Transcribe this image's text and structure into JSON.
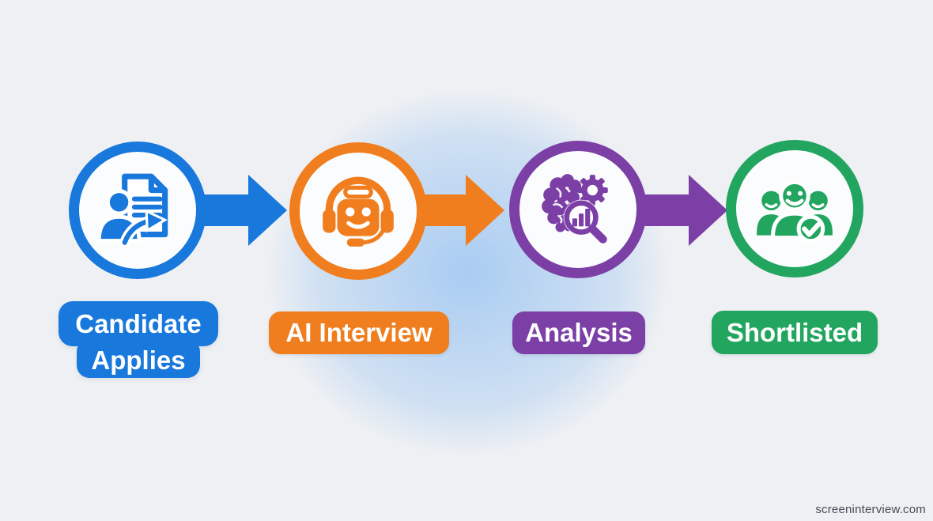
{
  "background": {
    "base_color": "#eef0f3",
    "glow_color": "#a9ccf2"
  },
  "steps": [
    {
      "id": "candidate-applies",
      "label": "Candidate Applies",
      "label_line1": "Candidate",
      "label_line2": "Applies",
      "color": "#1878DC",
      "icon": "application-document-icon"
    },
    {
      "id": "ai-interview",
      "label": "AI Interview",
      "color": "#F07E1E",
      "icon": "robot-headset-icon"
    },
    {
      "id": "analysis",
      "label": "Analysis",
      "color": "#7B3FA6",
      "icon": "brain-gear-magnifier-icon"
    },
    {
      "id": "shortlisted",
      "label": "Shortlisted",
      "color": "#21A55F",
      "icon": "group-check-icon"
    }
  ],
  "arrows": [
    {
      "from": "candidate-applies",
      "to": "ai-interview",
      "color": "#1878DC"
    },
    {
      "from": "ai-interview",
      "to": "analysis",
      "color": "#F07E1E"
    },
    {
      "from": "analysis",
      "to": "shortlisted",
      "color": "#7B3FA6"
    }
  ],
  "watermark": "screeninterview.com"
}
